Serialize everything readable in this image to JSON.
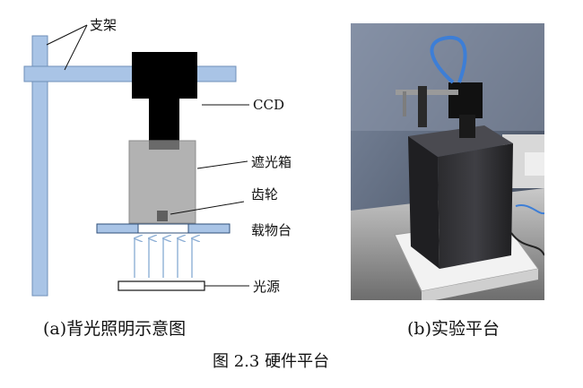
{
  "diagram": {
    "labels": {
      "bracket": "支架",
      "ccd": "CCD",
      "light_box": "遮光箱",
      "gear": "齿轮",
      "stage": "载物台",
      "light_source": "光源"
    }
  },
  "photo": {},
  "captions": {
    "sub_a": "(a)背光照明示意图",
    "sub_b": "(b)实验平台",
    "figure": "图 2.3  硬件平台"
  }
}
